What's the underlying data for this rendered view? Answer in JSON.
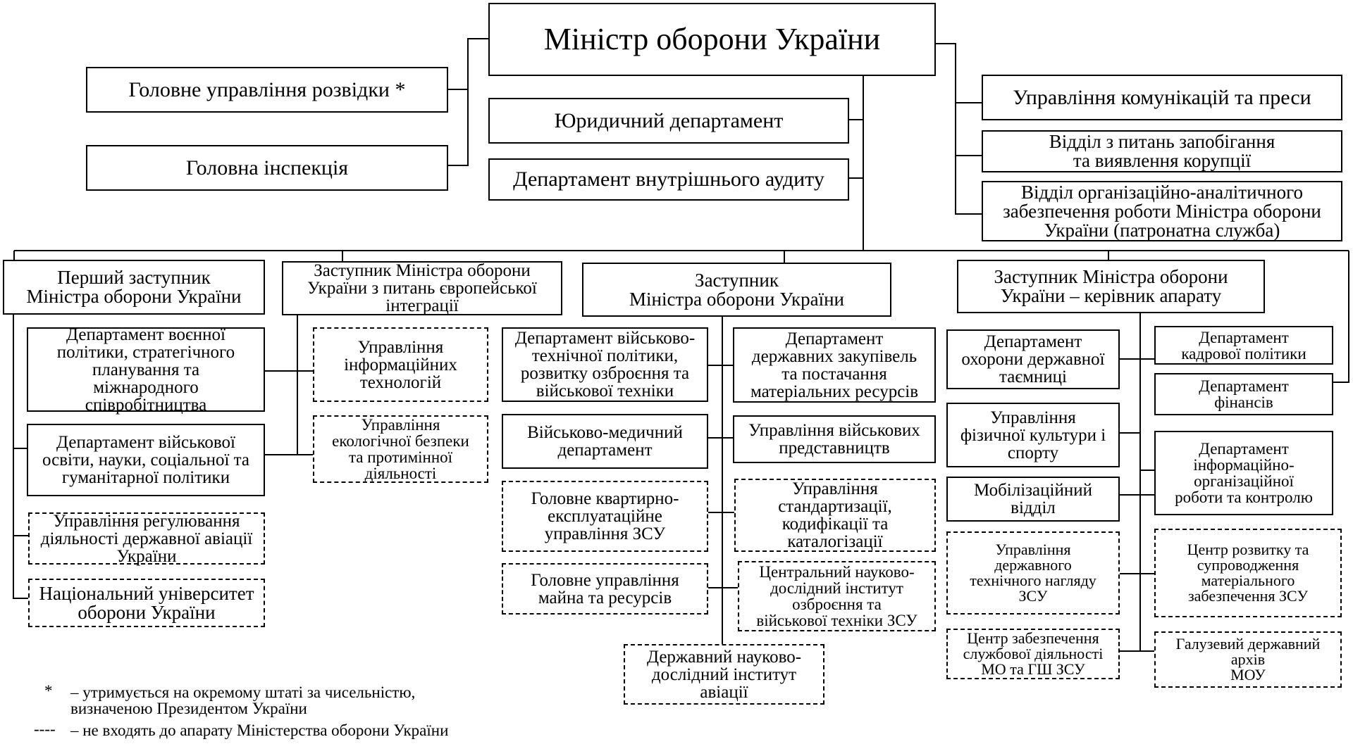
{
  "minister": "Міністр оборони України",
  "left_units": {
    "intelligence": "Головне управління розвідки *",
    "inspection": "Головна інспекція"
  },
  "center_units": {
    "legal": "Юридичний департамент",
    "audit": "Департамент внутрішнього аудиту"
  },
  "right_units": {
    "communications": "Управління комунікацій та преси",
    "anticorruption": "Відділ з питань запобігання\nта виявлення корупції",
    "patronage": "Відділ організаційно-аналітичного\nзабезпечення роботи Міністра оборони\nУкраїни (патронатна служба)"
  },
  "deputies": {
    "first": "Перший заступник\nМіністра оборони України",
    "euro": "Заступник Міністра оборони\nУкраїни з питань європейської\nінтеграції",
    "deputy": "Заступник\nМіністра оборони України",
    "head_apparatus": "Заступник Міністра оборони\nУкраїни – керівник апарату"
  },
  "first_deputy_units": [
    "Департамент воєнної\nполітики, стратегічного\nпланування та\nміжнародного\nспівробітництва",
    "Департамент військової\nосвіти, науки, соціальної та\nгуманітарної політики",
    "Управління регулювання\nдіяльності державної авіації\nУкраїни",
    "Національний університет\nоборони України"
  ],
  "euro_units": [
    "Управління\nінформаційних\nтехнологій",
    "Управління\nекологічної безпеки\nта протимінної\nдіяльності"
  ],
  "deputy_left_units": [
    "Департамент військово-\nтехнічної політики,\nрозвитку озброєння та\nвійськової техніки",
    "Військово-медичний\nдепартамент",
    "Головне квартирно-\nексплуатаційне\nуправління ЗСУ",
    "Головне управління\nмайна та ресурсів"
  ],
  "deputy_right_units": [
    "Департамент\nдержавних закупівель\nта постачання\nматеріальних ресурсів",
    "Управління військових\nпредставництв",
    "Управління\nстандартизації,\nкодифікації та\nкаталогізації",
    "Центральний науково-\nдослідний інститут\nозброєння та\nвійськової техніки ЗСУ"
  ],
  "deputy_bottom_unit": "Державний науково-\nдослідний інститут\nавіації",
  "apparatus_left_units": [
    "Департамент\nохорони державної\nтаємниці",
    "Управління\nфізичної культури і\nспорту",
    "Мобілізаційний\nвідділ",
    "Управління\nдержавного\nтехнічного нагляду\nЗСУ",
    "Центр забезпечення\nслужбової діяльності\nМО та ГШ ЗСУ"
  ],
  "apparatus_right_units": [
    "Департамент\nкадрової політики",
    "Департамент\nфінансів",
    "Департамент\nінформаційно-\nорганізаційної\nроботи та контролю",
    "Центр розвитку та\nсупроводження\nматеріального\nзабезпечення ЗСУ",
    "Галузевий державний\nархів\nМОУ"
  ],
  "legend": {
    "star_symbol": "*",
    "star_text": "– утримується на окремому штаті за чисельністю,\nвизначеною Президентом України",
    "dash_symbol": "----",
    "dash_text": "– не входять до апарату Міністерства оборони України"
  }
}
